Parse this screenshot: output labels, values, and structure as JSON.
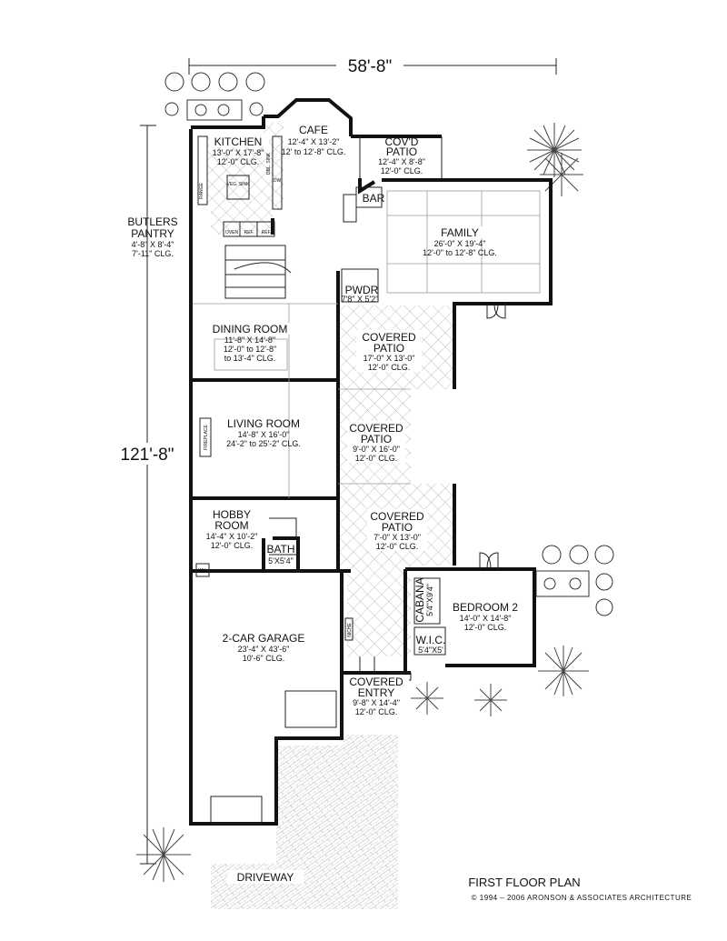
{
  "plan": {
    "title": "FIRST FLOOR PLAN",
    "copyright": "© 1994 – 2006 ARONSON & ASSOCIATES ARCHITECTURE",
    "overall_width": "58'-8\"",
    "overall_depth": "121'-8\""
  },
  "rooms": [
    {
      "id": "kitchen",
      "name": "KITCHEN",
      "dims": [
        "13'-0\" X 17'-8\"",
        "12'-0\" CLG."
      ]
    },
    {
      "id": "cafe",
      "name": "CAFE",
      "dims": [
        "12'-4\" X 13'-2\"",
        "12' to 12'-8\" CLG."
      ]
    },
    {
      "id": "covd-patio",
      "name_lines": [
        "COV'D",
        "PATIO"
      ],
      "dims": [
        "12'-4\" X 8'-8\"",
        "12'-0\" CLG."
      ]
    },
    {
      "id": "bar",
      "name": "BAR"
    },
    {
      "id": "family",
      "name": "FAMILY",
      "dims": [
        "26'-0\" X 19'-4\"",
        "12'-0\" to 12'-8\" CLG."
      ]
    },
    {
      "id": "butlers-pantry",
      "name_lines": [
        "BUTLERS",
        "PANTRY"
      ],
      "dims": [
        "4'-8\" X 8'-4\"",
        "7'-11\" CLG."
      ]
    },
    {
      "id": "pwdr",
      "name": "PWDR",
      "dims": [
        "7'8\" X 5'2\""
      ]
    },
    {
      "id": "dining-room",
      "name": "DINING ROOM",
      "dims": [
        "11'-8\" X 14'-8\"",
        "12'-0\" to 12'-8\"",
        "to 13'-4\" CLG."
      ]
    },
    {
      "id": "covered-patio-1",
      "name_lines": [
        "COVERED",
        "PATIO"
      ],
      "dims": [
        "17'-0\" X 13'-0\"",
        "12'-0\" CLG."
      ]
    },
    {
      "id": "living-room",
      "name": "LIVING ROOM",
      "dims": [
        "14'-8\" X 16'-0\"",
        "24'-2\" to 25'-2\" CLG."
      ]
    },
    {
      "id": "covered-patio-2",
      "name_lines": [
        "COVERED",
        "PATIO"
      ],
      "dims": [
        "9'-0\" X 16'-0\"",
        "12'-0\" CLG."
      ]
    },
    {
      "id": "hobby-room",
      "name_lines": [
        "HOBBY",
        "ROOM"
      ],
      "dims": [
        "14'-4\" X 10'-2\"",
        "12'-0\" CLG."
      ]
    },
    {
      "id": "bath",
      "name": "BATH",
      "dims": [
        "5'X5'4\""
      ]
    },
    {
      "id": "covered-patio-3",
      "name_lines": [
        "COVERED",
        "PATIO"
      ],
      "dims": [
        "7'-0\" X 13'-0\"",
        "12'-0\" CLG."
      ]
    },
    {
      "id": "cabana",
      "name": "CABANA",
      "dims": [
        "5'4\"X9'4\""
      ]
    },
    {
      "id": "bedroom-2",
      "name": "BEDROOM 2",
      "dims": [
        "14'-0\" X 14'-8\"",
        "12'-0\" CLG."
      ]
    },
    {
      "id": "wic",
      "name": "W.I.C.",
      "dims": [
        "5'4\"X5'"
      ]
    },
    {
      "id": "garage",
      "name": "2-CAR GARAGE",
      "dims": [
        "23'-4\" X 43'-6\"",
        "10'-6\" CLG."
      ]
    },
    {
      "id": "covered-entry",
      "name_lines": [
        "COVERED",
        "ENTRY"
      ],
      "dims": [
        "9'-8\" X 14'-4\"",
        "12'-0\" CLG."
      ]
    },
    {
      "id": "driveway",
      "name": "DRIVEWAY"
    }
  ],
  "fixtures": {
    "oven": "OVEN",
    "ref1": "REF.",
    "ref2": "REF.",
    "dw": "DW",
    "veg_sink": "VEG. SINK",
    "fireplace": "FIREPLACE",
    "wh": "WH",
    "niche": "NICHE",
    "range": "RANGE",
    "dbl_sink": "DBL. SINK"
  },
  "colors": {
    "line": "#111111",
    "hatch": "#9a9a9a",
    "paper": "#ffffff"
  }
}
